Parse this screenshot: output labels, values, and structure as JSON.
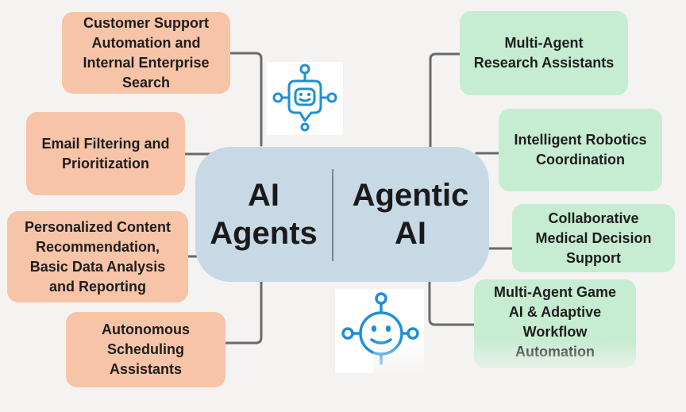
{
  "diagram": {
    "center": {
      "left_title": "AI\nAgents",
      "right_title": "Agentic\nAI"
    },
    "left_items": [
      {
        "label": "Customer Support\nAutomation and\nInternal Enterprise\nSearch"
      },
      {
        "label": "Email Filtering and\nPrioritization"
      },
      {
        "label": "Personalized Content\nRecommendation,\nBasic Data Analysis\nand Reporting"
      },
      {
        "label": "Autonomous\nScheduling\nAssistants"
      }
    ],
    "right_items": [
      {
        "label": "Multi-Agent\nResearch Assistants"
      },
      {
        "label": "Intelligent Robotics\nCoordination"
      },
      {
        "label": "Collaborative\nMedical Decision\nSupport"
      },
      {
        "label": "Multi-Agent Game\nAI & Adaptive\nWorkflow\nAutomation"
      }
    ],
    "icons": [
      "chatbot-icon",
      "robot-network-icon"
    ],
    "colors": {
      "background": "#f4f3f2",
      "left_box": "#f8c4a7",
      "right_box": "#c6ecd1",
      "center": "#c7d9e4",
      "connector": "#6a6a6a",
      "icon_blue": "#1f8fd6"
    }
  }
}
